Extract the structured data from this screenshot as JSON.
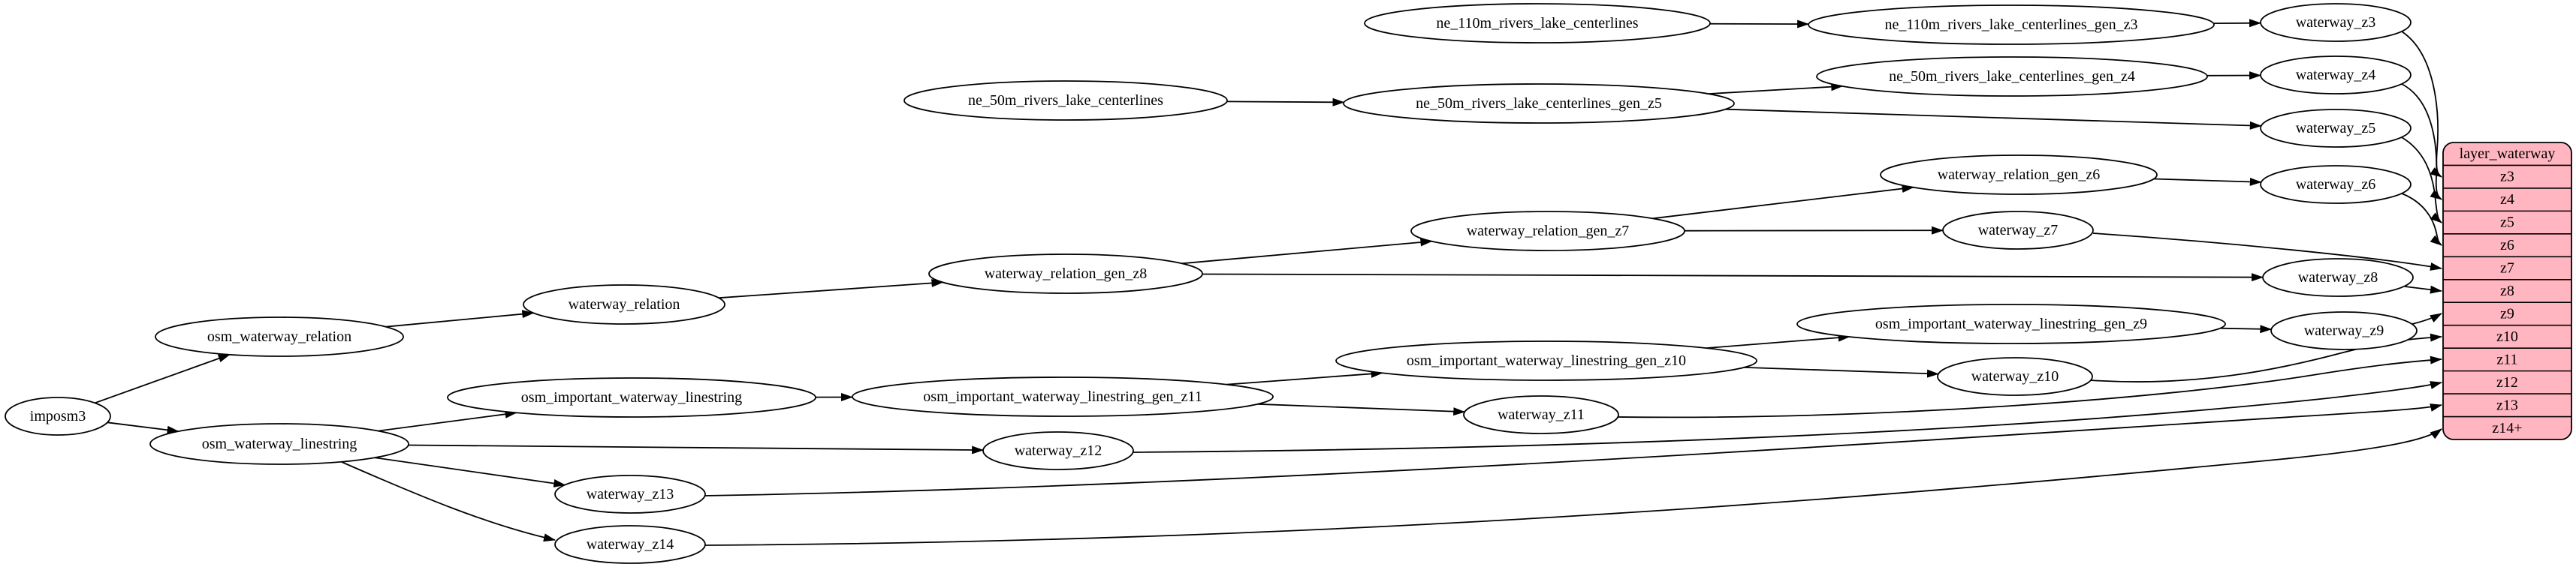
{
  "diagram": {
    "description": "waterway layer ETL mapping graph",
    "colors": {
      "background": "#ffffff",
      "node_fill": "#ffffff",
      "node_stroke": "#000000",
      "edge_stroke": "#000000",
      "table_fill": "#ffb6c1",
      "table_stroke": "#000000",
      "text": "#000000"
    },
    "nodes": [
      {
        "id": "imposm3",
        "label": "imposm3"
      },
      {
        "id": "osm_waterway_relation",
        "label": "osm_waterway_relation"
      },
      {
        "id": "osm_waterway_linestring",
        "label": "osm_waterway_linestring"
      },
      {
        "id": "waterway_relation",
        "label": "waterway_relation"
      },
      {
        "id": "osm_important_waterway_linestring",
        "label": "osm_important_waterway_linestring"
      },
      {
        "id": "waterway_z13",
        "label": "waterway_z13"
      },
      {
        "id": "waterway_z14",
        "label": "waterway_z14"
      },
      {
        "id": "ne_50m_rivers_lake_centerlines",
        "label": "ne_50m_rivers_lake_centerlines"
      },
      {
        "id": "waterway_relation_gen_z8",
        "label": "waterway_relation_gen_z8"
      },
      {
        "id": "osm_important_waterway_linestring_gen_z11",
        "label": "osm_important_waterway_linestring_gen_z11"
      },
      {
        "id": "waterway_z12",
        "label": "waterway_z12"
      },
      {
        "id": "ne_110m_rivers_lake_centerlines",
        "label": "ne_110m_rivers_lake_centerlines"
      },
      {
        "id": "ne_50m_rivers_lake_centerlines_gen_z5",
        "label": "ne_50m_rivers_lake_centerlines_gen_z5"
      },
      {
        "id": "waterway_relation_gen_z7",
        "label": "waterway_relation_gen_z7"
      },
      {
        "id": "osm_important_waterway_linestring_gen_z10",
        "label": "osm_important_waterway_linestring_gen_z10"
      },
      {
        "id": "waterway_z11",
        "label": "waterway_z11"
      },
      {
        "id": "ne_110m_rivers_lake_centerlines_gen_z3",
        "label": "ne_110m_rivers_lake_centerlines_gen_z3"
      },
      {
        "id": "ne_50m_rivers_lake_centerlines_gen_z4",
        "label": "ne_50m_rivers_lake_centerlines_gen_z4"
      },
      {
        "id": "waterway_relation_gen_z6",
        "label": "waterway_relation_gen_z6"
      },
      {
        "id": "waterway_z7",
        "label": "waterway_z7"
      },
      {
        "id": "osm_important_waterway_linestring_gen_z9",
        "label": "osm_important_waterway_linestring_gen_z9"
      },
      {
        "id": "waterway_z10",
        "label": "waterway_z10"
      },
      {
        "id": "waterway_z3",
        "label": "waterway_z3"
      },
      {
        "id": "waterway_z4",
        "label": "waterway_z4"
      },
      {
        "id": "waterway_z5",
        "label": "waterway_z5"
      },
      {
        "id": "waterway_z6",
        "label": "waterway_z6"
      },
      {
        "id": "waterway_z8",
        "label": "waterway_z8"
      },
      {
        "id": "waterway_z9",
        "label": "waterway_z9"
      }
    ],
    "table": {
      "id": "layer_waterway",
      "title": "layer_waterway",
      "rows": [
        "z3",
        "z4",
        "z5",
        "z6",
        "z7",
        "z8",
        "z9",
        "z10",
        "z11",
        "z12",
        "z13",
        "z14+"
      ]
    },
    "edges": [
      {
        "from": "imposm3",
        "to": "osm_waterway_relation"
      },
      {
        "from": "imposm3",
        "to": "osm_waterway_linestring"
      },
      {
        "from": "osm_waterway_relation",
        "to": "waterway_relation"
      },
      {
        "from": "waterway_relation",
        "to": "waterway_relation_gen_z8"
      },
      {
        "from": "waterway_relation_gen_z8",
        "to": "waterway_relation_gen_z7"
      },
      {
        "from": "waterway_relation_gen_z7",
        "to": "waterway_relation_gen_z6"
      },
      {
        "from": "waterway_relation_gen_z6",
        "to": "waterway_z6"
      },
      {
        "from": "waterway_relation_gen_z7",
        "to": "waterway_z7"
      },
      {
        "from": "waterway_relation_gen_z8",
        "to": "waterway_z8"
      },
      {
        "from": "ne_110m_rivers_lake_centerlines",
        "to": "ne_110m_rivers_lake_centerlines_gen_z3"
      },
      {
        "from": "ne_110m_rivers_lake_centerlines_gen_z3",
        "to": "waterway_z3"
      },
      {
        "from": "ne_50m_rivers_lake_centerlines",
        "to": "ne_50m_rivers_lake_centerlines_gen_z5"
      },
      {
        "from": "ne_50m_rivers_lake_centerlines_gen_z5",
        "to": "ne_50m_rivers_lake_centerlines_gen_z4"
      },
      {
        "from": "ne_50m_rivers_lake_centerlines_gen_z4",
        "to": "waterway_z4"
      },
      {
        "from": "ne_50m_rivers_lake_centerlines_gen_z5",
        "to": "waterway_z5"
      },
      {
        "from": "osm_waterway_linestring",
        "to": "osm_important_waterway_linestring"
      },
      {
        "from": "osm_waterway_linestring",
        "to": "waterway_z12"
      },
      {
        "from": "osm_waterway_linestring",
        "to": "waterway_z13"
      },
      {
        "from": "osm_waterway_linestring",
        "to": "waterway_z14"
      },
      {
        "from": "osm_important_waterway_linestring",
        "to": "osm_important_waterway_linestring_gen_z11"
      },
      {
        "from": "osm_important_waterway_linestring_gen_z11",
        "to": "osm_important_waterway_linestring_gen_z10"
      },
      {
        "from": "osm_important_waterway_linestring_gen_z10",
        "to": "osm_important_waterway_linestring_gen_z9"
      },
      {
        "from": "osm_important_waterway_linestring_gen_z9",
        "to": "waterway_z9"
      },
      {
        "from": "osm_important_waterway_linestring_gen_z10",
        "to": "waterway_z10"
      },
      {
        "from": "osm_important_waterway_linestring_gen_z11",
        "to": "waterway_z11"
      },
      {
        "from": "waterway_z3",
        "to": "layer_waterway.z3"
      },
      {
        "from": "waterway_z4",
        "to": "layer_waterway.z4"
      },
      {
        "from": "waterway_z5",
        "to": "layer_waterway.z5"
      },
      {
        "from": "waterway_z6",
        "to": "layer_waterway.z6"
      },
      {
        "from": "waterway_z7",
        "to": "layer_waterway.z7"
      },
      {
        "from": "waterway_z8",
        "to": "layer_waterway.z8"
      },
      {
        "from": "waterway_z9",
        "to": "layer_waterway.z9"
      },
      {
        "from": "waterway_z10",
        "to": "layer_waterway.z10"
      },
      {
        "from": "waterway_z11",
        "to": "layer_waterway.z11"
      },
      {
        "from": "waterway_z12",
        "to": "layer_waterway.z12"
      },
      {
        "from": "waterway_z13",
        "to": "layer_waterway.z13"
      },
      {
        "from": "waterway_z14",
        "to": "layer_waterway.z14+"
      }
    ]
  }
}
